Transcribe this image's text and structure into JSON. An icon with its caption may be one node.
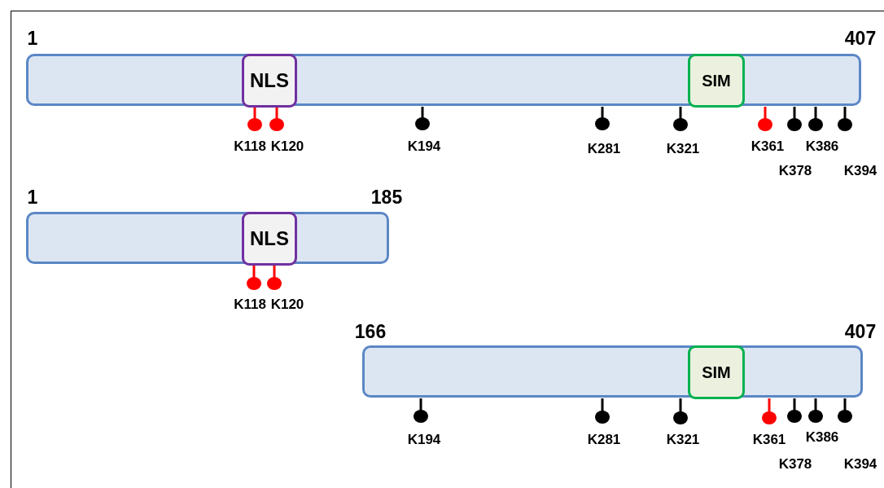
{
  "diagram": {
    "nodes": [
      {
        "text": [],
        "shape": "bar"
      },
      {
        "text": [
          "NLS"
        ],
        "in": 0
      },
      {
        "text": [
          "SIM"
        ],
        "in": 0
      },
      {
        "text": [],
        "shape": "bar"
      },
      {
        "text": [
          "NLS"
        ],
        "in": 3
      },
      {
        "text": [],
        "shape": "bar"
      },
      {
        "text": [
          "SIM"
        ],
        "in": 5
      }
    ],
    "labels": [
      "1",
      "407",
      "K118",
      "K120",
      "K194",
      "K281",
      "K321",
      "K361",
      "K386",
      "K378",
      "K394",
      "1",
      "185",
      "K118",
      "K120",
      "166",
      "407",
      "K194",
      "K281",
      "K321",
      "K361",
      "K386",
      "K378",
      "K394"
    ]
  }
}
